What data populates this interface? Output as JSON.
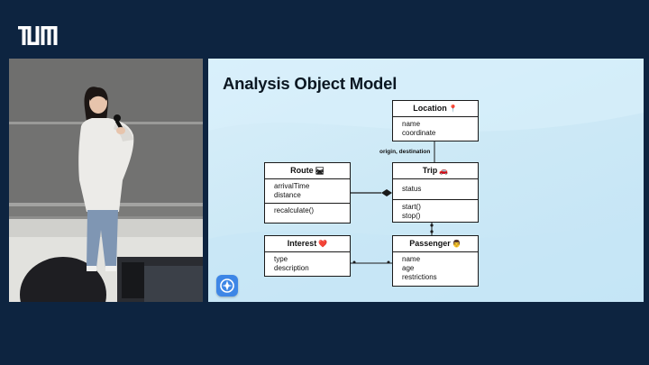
{
  "header": {
    "logo_text": "TUM"
  },
  "slide": {
    "title": "Analysis Object Model",
    "classes": {
      "location": {
        "name": "Location",
        "emoji": "📍",
        "attributes": [
          "name",
          "coordinate"
        ]
      },
      "route": {
        "name": "Route",
        "emoji": "🛤",
        "attributes": [
          "arrivalTime",
          "distance"
        ],
        "methods": [
          "recalculate()"
        ]
      },
      "trip": {
        "name": "Trip",
        "emoji": "🚗",
        "attributes": [
          "status"
        ],
        "methods": [
          "start()",
          "stop()"
        ]
      },
      "interest": {
        "name": "Interest",
        "emoji": "❤️",
        "attributes": [
          "type",
          "description"
        ]
      },
      "passenger": {
        "name": "Passenger",
        "emoji": "👨",
        "attributes": [
          "name",
          "age",
          "restrictions"
        ]
      }
    },
    "association_label": "origin, destination",
    "app_icon": "app-compass-icon"
  },
  "colors": {
    "background": "#0d2440",
    "slide_background": "#cde9f6",
    "app_icon": "#3d86e6"
  }
}
